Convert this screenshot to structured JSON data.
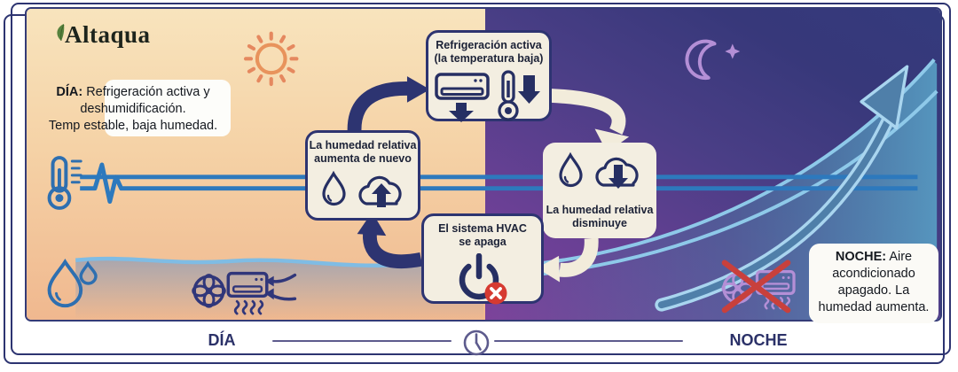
{
  "brand": {
    "name": "Altaqua"
  },
  "panel": {
    "day_caption": {
      "prefix": "DÍA:",
      "line1": " Refrigeración activa y",
      "line2": "deshumidificación.",
      "line3": "Temp estable, baja humedad."
    },
    "night_caption": {
      "prefix": "NOCHE:",
      "line1": " Aire",
      "line2": "acondicionado",
      "line3": "apagado. La",
      "line4": "humedad aumenta."
    },
    "boxes": {
      "cooling": {
        "line1": "Refrigeración activa",
        "line2": "(la temperatura baja)"
      },
      "humidity_down": {
        "line1": "La humedad relativa",
        "line2": "disminuye"
      },
      "hvac_off": {
        "line1": "El sistema HVAC",
        "line2": "se apaga"
      },
      "humidity_up": {
        "line1": "La humedad relativa",
        "line2": "aumenta de nuevo"
      }
    }
  },
  "timeline": {
    "day_label": "DÍA",
    "night_label": "NOCHE"
  },
  "icons": {
    "sun": "sun-icon",
    "moon": "moon-icon",
    "thermometer": "thermometer-icon",
    "water_drops": "water-drops-icon",
    "fan": "fan-icon",
    "ac_unit": "ac-unit-icon",
    "power": "power-icon",
    "cloud_up": "cloud-arrow-up-icon",
    "cloud_down": "cloud-arrow-down-icon",
    "clock": "clock-icon",
    "red_x": "crossed-out-x-icon",
    "leaf": "leaf-icon"
  },
  "colors": {
    "navy": "#2d3471",
    "cream": "#f2ecdb",
    "line_blue": "#2d79bd",
    "light_blue": "#8ec9e9",
    "day_top": "#f8e4bd",
    "day_bottom": "#f0b88f",
    "night_purple": "#7d429a",
    "night_navy": "#343a7c",
    "red": "#c8403c",
    "leaf_green": "#57823d",
    "sun_orange": "#e5885f",
    "moon_purple": "#b48fd6"
  }
}
